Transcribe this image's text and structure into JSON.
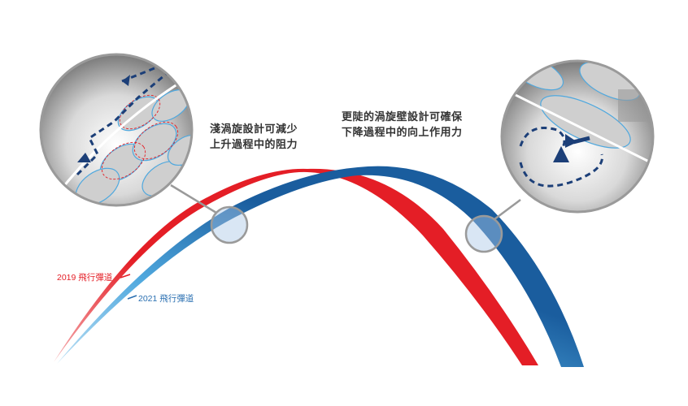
{
  "captions": {
    "left_line1": "淺渦旋設計可減少",
    "left_line2": "上升過程中的阻力",
    "right_line1": "更陡的渦旋壁設計可確保",
    "right_line2": "下降過程中的向上作用力"
  },
  "trajectories": [
    {
      "label": "2019 飛行彈道",
      "color": "#e41e26"
    },
    {
      "label": "2021 飛行彈道",
      "color": "#2a6fb1"
    }
  ],
  "colors": {
    "red": "#e41e26",
    "blue_dark": "#1a5d9e",
    "blue_light": "#4fa8de",
    "arrow": "#1c3f78",
    "ring": "#9a9a9a"
  }
}
